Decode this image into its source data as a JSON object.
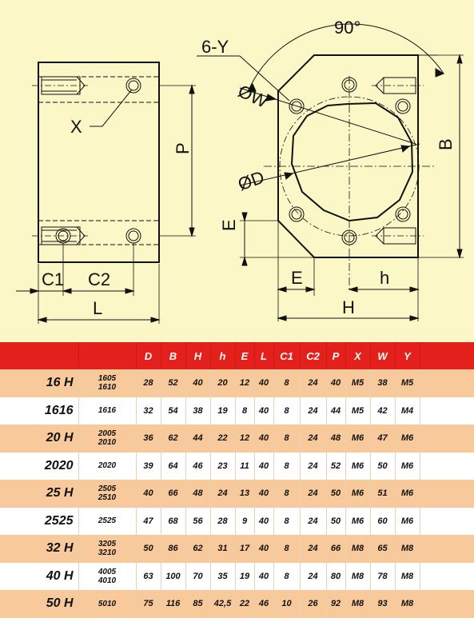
{
  "drawing": {
    "labels": {
      "angle": "90°",
      "holes": "6-Y",
      "w": "ØW",
      "x": "X",
      "d": "ØD",
      "p": "P",
      "b": "B",
      "e_vert": "E",
      "c1": "C1",
      "c2": "C2",
      "l": "L",
      "e_horiz": "E",
      "h": "h",
      "H": "H"
    }
  },
  "table": {
    "headers": [
      "",
      "",
      "D",
      "B",
      "H",
      "h",
      "E",
      "L",
      "C1",
      "C2",
      "P",
      "X",
      "W",
      "Y",
      ""
    ],
    "rows": [
      {
        "model": "16 H",
        "code": [
          "1605",
          "1610"
        ],
        "values": [
          "28",
          "52",
          "40",
          "20",
          "12",
          "40",
          "8",
          "24",
          "40",
          "M5",
          "38",
          "M5"
        ]
      },
      {
        "model": "1616",
        "code": [
          "1616"
        ],
        "values": [
          "32",
          "54",
          "38",
          "19",
          "8",
          "40",
          "8",
          "24",
          "44",
          "M5",
          "42",
          "M4"
        ]
      },
      {
        "model": "20 H",
        "code": [
          "2005",
          "2010"
        ],
        "values": [
          "36",
          "62",
          "44",
          "22",
          "12",
          "40",
          "8",
          "24",
          "48",
          "M6",
          "47",
          "M6"
        ]
      },
      {
        "model": "2020",
        "code": [
          "2020"
        ],
        "values": [
          "39",
          "64",
          "46",
          "23",
          "11",
          "40",
          "8",
          "24",
          "52",
          "M6",
          "50",
          "M6"
        ]
      },
      {
        "model": "25 H",
        "code": [
          "2505",
          "2510"
        ],
        "values": [
          "40",
          "66",
          "48",
          "24",
          "13",
          "40",
          "8",
          "24",
          "50",
          "M6",
          "51",
          "M6"
        ]
      },
      {
        "model": "2525",
        "code": [
          "2525"
        ],
        "values": [
          "47",
          "68",
          "56",
          "28",
          "9",
          "40",
          "8",
          "24",
          "50",
          "M6",
          "60",
          "M6"
        ]
      },
      {
        "model": "32 H",
        "code": [
          "3205",
          "3210"
        ],
        "values": [
          "50",
          "86",
          "62",
          "31",
          "17",
          "40",
          "8",
          "24",
          "66",
          "M8",
          "65",
          "M8"
        ]
      },
      {
        "model": "40 H",
        "code": [
          "4005",
          "4010"
        ],
        "values": [
          "63",
          "100",
          "70",
          "35",
          "19",
          "40",
          "8",
          "24",
          "80",
          "M8",
          "78",
          "M8"
        ]
      },
      {
        "model": "50 H",
        "code": [
          "5010"
        ],
        "values": [
          "75",
          "116",
          "85",
          "42,5",
          "22",
          "46",
          "10",
          "26",
          "92",
          "M8",
          "93",
          "M8"
        ]
      }
    ]
  }
}
